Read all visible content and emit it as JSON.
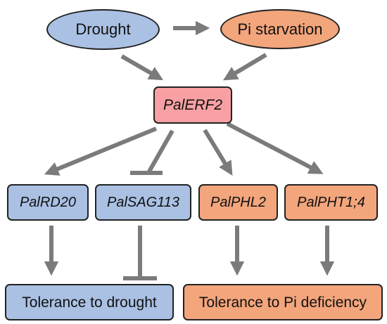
{
  "diagram": {
    "colors": {
      "regulator": "#f8a0a3",
      "drought_pathway": "#aac1e4",
      "pi_pathway": "#f3a57c",
      "arrow": "#7b7b7b",
      "border": "#222222"
    },
    "nodes": {
      "drought": "Drought",
      "pi_starvation": "Pi starvation",
      "regulator": "PalERF2",
      "rd20": "PalRD20",
      "sag113": "PalSAG113",
      "phl2": "PalPHL2",
      "pht1_4": "PalPHT1;4",
      "tol_drought": "Tolerance to drought",
      "tol_pi": "Tolerance to Pi deficiency"
    },
    "edges": [
      {
        "from": "drought",
        "to": "pi_starvation",
        "type": "activates"
      },
      {
        "from": "drought",
        "to": "regulator",
        "type": "activates"
      },
      {
        "from": "pi_starvation",
        "to": "regulator",
        "type": "activates"
      },
      {
        "from": "regulator",
        "to": "rd20",
        "type": "activates"
      },
      {
        "from": "regulator",
        "to": "sag113",
        "type": "represses"
      },
      {
        "from": "regulator",
        "to": "phl2",
        "type": "activates"
      },
      {
        "from": "regulator",
        "to": "pht1_4",
        "type": "activates"
      },
      {
        "from": "rd20",
        "to": "tol_drought",
        "type": "activates"
      },
      {
        "from": "sag113",
        "to": "tol_drought",
        "type": "represses"
      },
      {
        "from": "phl2",
        "to": "tol_pi",
        "type": "activates"
      },
      {
        "from": "pht1_4",
        "to": "tol_pi",
        "type": "activates"
      }
    ]
  }
}
